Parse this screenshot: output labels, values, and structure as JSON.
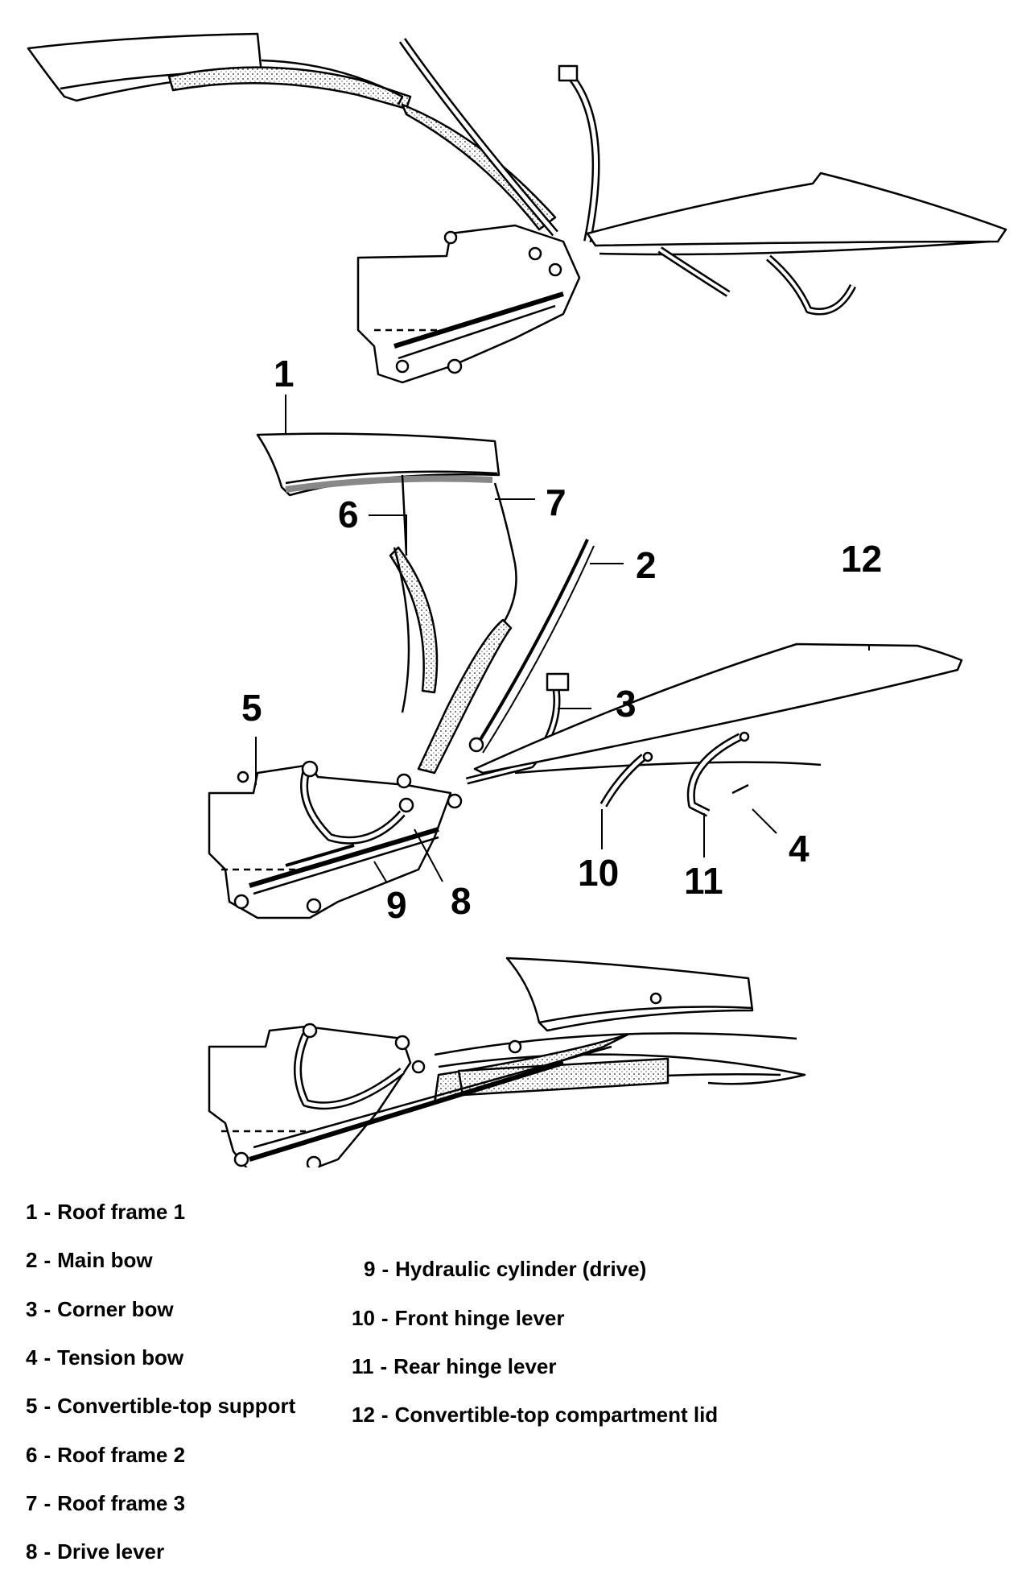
{
  "callouts": [
    "1",
    "2",
    "3",
    "4",
    "5",
    "6",
    "7",
    "8",
    "9",
    "10",
    "11",
    "12"
  ],
  "legend": [
    {
      "num": "1",
      "label": "Roof frame 1"
    },
    {
      "num": "2",
      "label": "Main bow"
    },
    {
      "num": "3",
      "label": "Corner bow"
    },
    {
      "num": "4",
      "label": "Tension bow"
    },
    {
      "num": "5",
      "label": "Convertible-top support"
    },
    {
      "num": "6",
      "label": "Roof frame 2"
    },
    {
      "num": "7",
      "label": "Roof frame 3"
    },
    {
      "num": "8",
      "label": "Drive lever"
    },
    {
      "num": "9",
      "label": "Hydraulic cylinder (drive)"
    },
    {
      "num": "10",
      "label": "Front hinge lever"
    },
    {
      "num": "11",
      "label": "Rear hinge lever"
    },
    {
      "num": "12",
      "label": "Convertible-top compartment lid"
    }
  ],
  "legend_separator": "-"
}
